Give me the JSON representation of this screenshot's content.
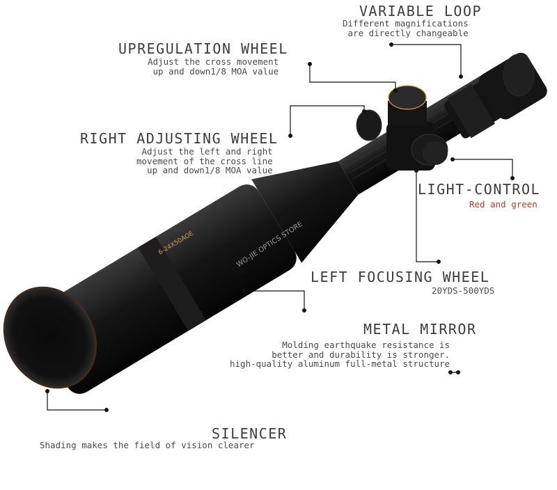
{
  "labels": {
    "variable_loop": {
      "title": "VARIABLE LOOP",
      "desc": "Different magnifications\nare directly changeable"
    },
    "upregulation_wheel": {
      "title": "UPREGULATION WHEEL",
      "desc": "Adjust the cross movement\nup and down1/8 MOA value"
    },
    "right_adjusting_wheel": {
      "title": "RIGHT ADJUSTING WHEEL",
      "desc": "Adjust the left and right\nmovement of the cross line\nup and down1/8 MOA value"
    },
    "light_control": {
      "title": "LIGHT-CONTROL",
      "desc": "Red and green"
    },
    "left_focusing_wheel": {
      "title": "LEFT FOCUSING WHEEL",
      "desc": "20YDS-500YDS"
    },
    "metal_mirror": {
      "title": "METAL MIRROR",
      "desc": "Molding earthquake resistance is\nbetter and durability is stronger.\nhigh-quality aluminum full-metal structure"
    },
    "silencer": {
      "title": "SILENCER",
      "desc": "Shading makes the field of vision clearer"
    }
  },
  "watermark": "WO-JIE OPTICS STORE",
  "scope_marking": "6-24X50AOE",
  "colors": {
    "accent_red": "#c0392b",
    "text": "#4a4a4a",
    "scope_body": "#141414"
  }
}
